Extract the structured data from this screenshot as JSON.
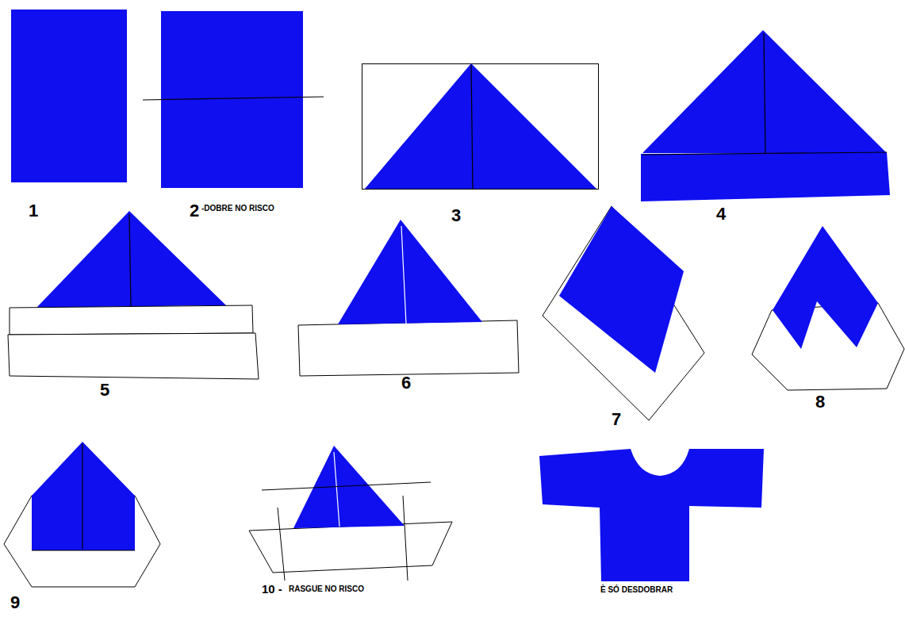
{
  "diagram": {
    "labels": [
      "1",
      "2",
      "-DOBRE NO RISCO",
      "3",
      "4",
      "5",
      "6",
      "7",
      "8",
      "9",
      "10 -",
      "RASGUE NO RISCO",
      "È SÓ DESDOBRAR"
    ]
  }
}
